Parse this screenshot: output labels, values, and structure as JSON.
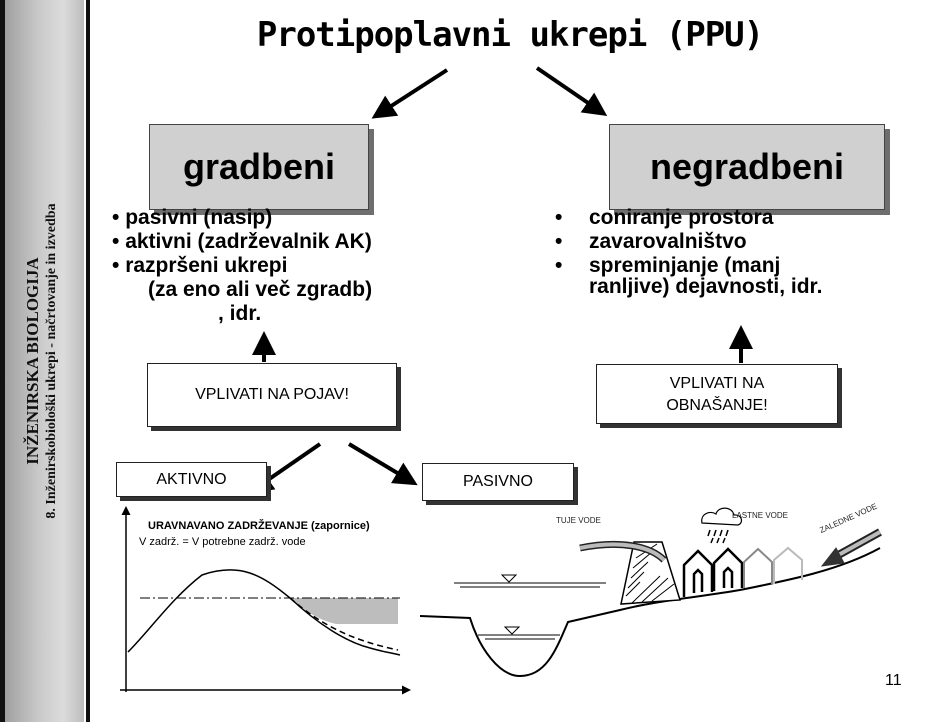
{
  "sidebar": {
    "title": "INŽENIRSKA BIOLOGIJA",
    "subtitle": "8. Inženirskobiološki ukrepi - načrtovanje in izvedba"
  },
  "title": "Protipoplavni ukrepi (PPU)",
  "gradbeni": {
    "label": "gradbeni",
    "items": [
      "pasivni (nasip)",
      "aktivni (zadrževalnik AK)",
      "razpršeni ukrepi",
      "(za eno ali več zgradb)",
      ", idr."
    ]
  },
  "negradbeni": {
    "label": "negradbeni",
    "items": [
      "coniranje prostora",
      "zavarovalništvo",
      "spreminjanje (manj",
      "ranljive) dejavnosti, idr."
    ]
  },
  "boxes": {
    "vplivati_pojav": "VPLIVATI NA POJAV!",
    "vplivati_obnasanje_1": "VPLIVATI NA",
    "vplivati_obnasanje_2": "OBNAŠANJE!",
    "aktivno": "AKTIVNO",
    "pasivno": "PASIVNO"
  },
  "graph": {
    "title": "URAVNAVANO ZADRŽEVANJE (zapornice)",
    "equation": "V zadrž. = V potrebne zadrž. vode"
  },
  "scene": {
    "tuje_vode": "TUJE VODE",
    "lastne_vode": "LASTNE VODE",
    "zaledne_vode": "ZALEDNE VODE"
  },
  "page_number": "11"
}
